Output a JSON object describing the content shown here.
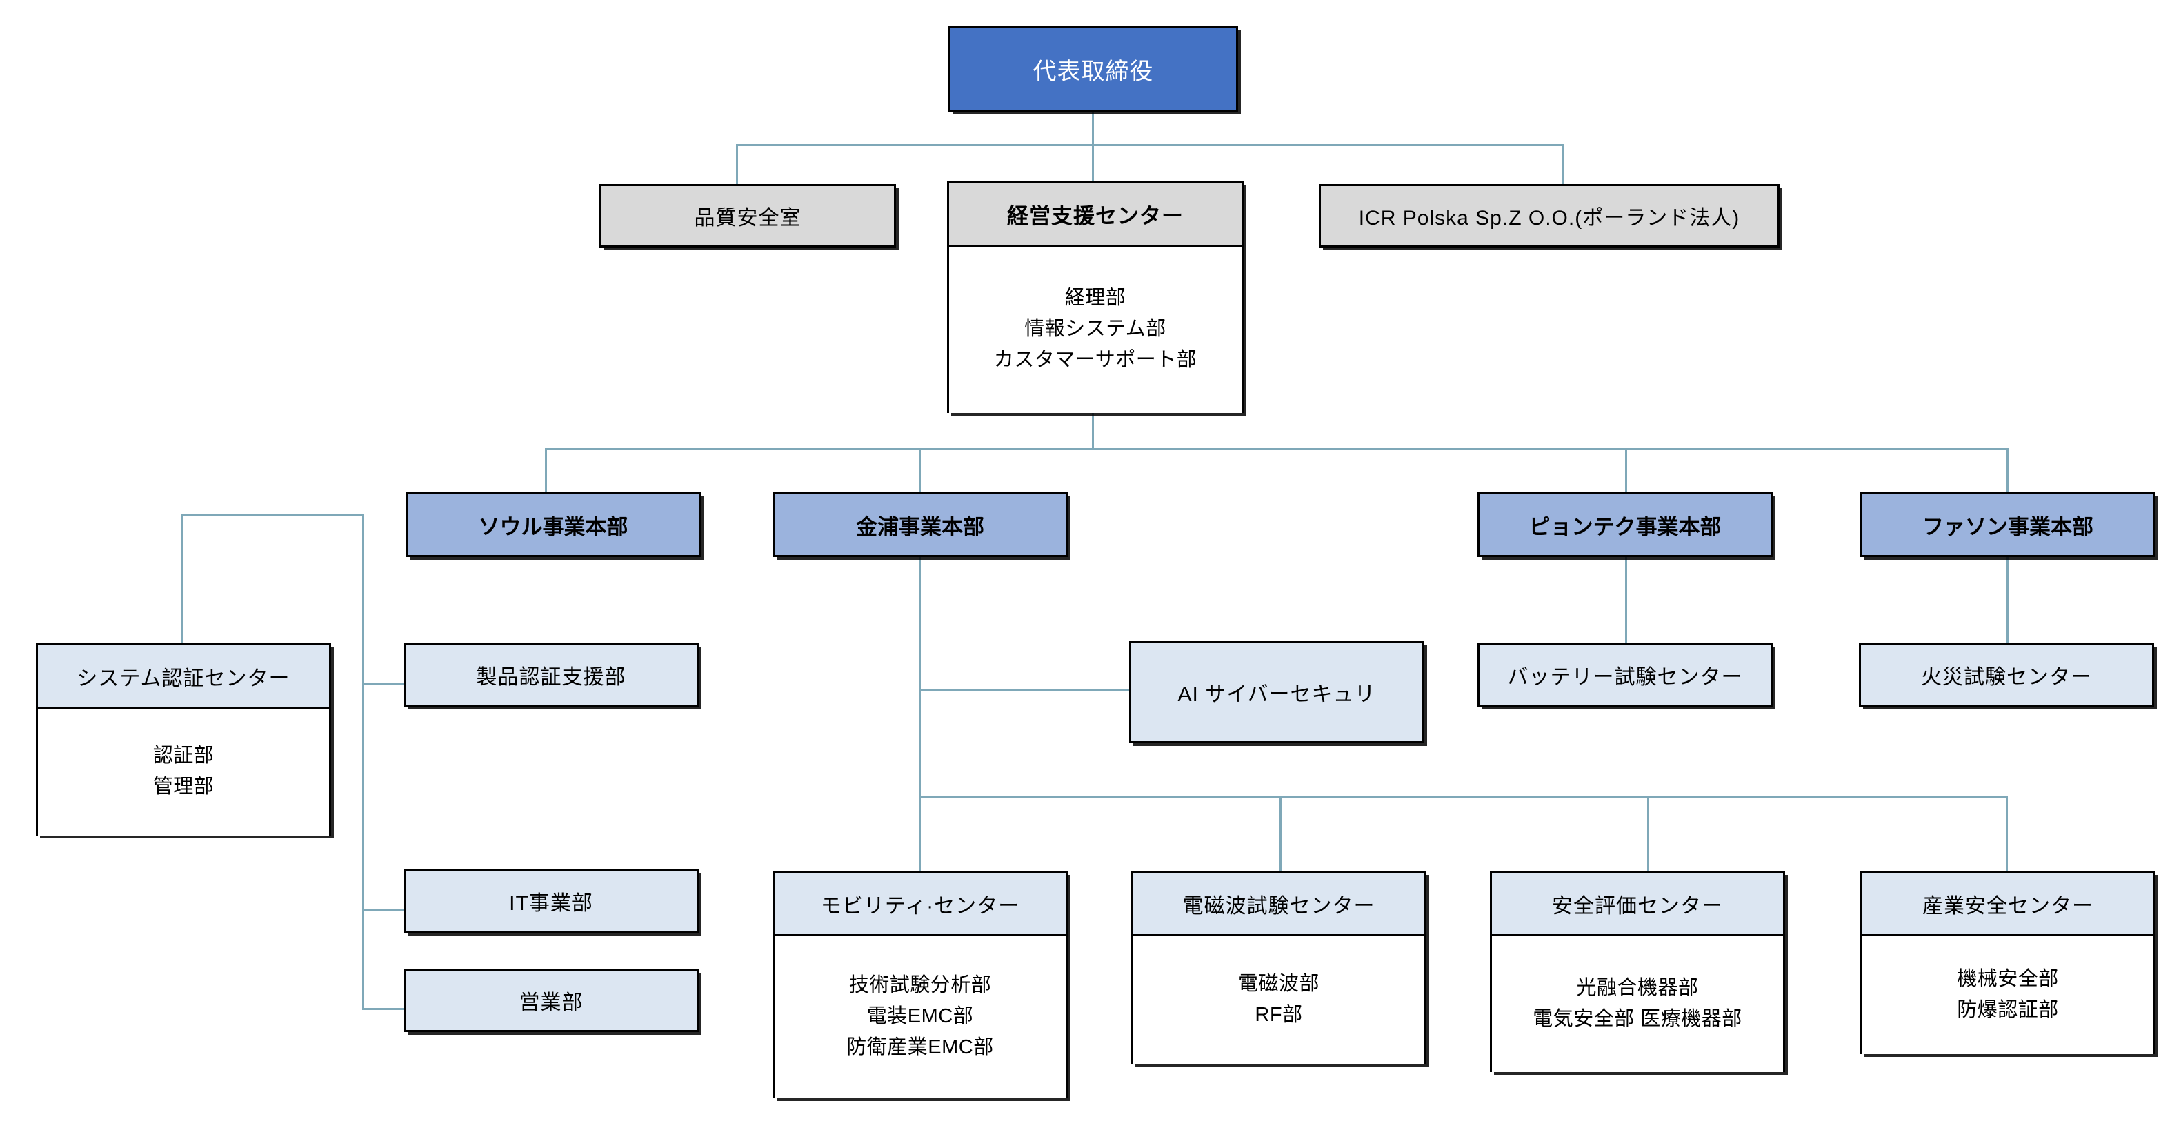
{
  "meta": {
    "title": "組織図",
    "colors": {
      "ceo_fill": "#4472C4",
      "staff_fill": "#D9D9D9",
      "division_fill": "#9BB3DD",
      "center_fill": "#DCE6F2",
      "body_fill": "#FFFFFF",
      "border": "#000000",
      "connector": "#7FA8B8"
    }
  },
  "nodes": {
    "ceo": {
      "title": "代表取締役"
    },
    "quality_safety": {
      "title": "品質安全室"
    },
    "management_support": {
      "title": "経営支援センター",
      "subs": [
        "経理部",
        "情報システム部",
        "カスタマーサポート部"
      ]
    },
    "icr_polska": {
      "title": "ICR Polska Sp.Z O.O.(ポーランド法人)"
    },
    "div_seoul": {
      "title": "ソウル事業本部"
    },
    "div_gimpo": {
      "title": "金浦事業本部"
    },
    "div_pyeongtaek": {
      "title": "ピョンテク事業本部"
    },
    "div_hwaseong": {
      "title": "ファソン事業本部"
    },
    "system_cert_center": {
      "title": "システム認証センター",
      "subs": [
        "認証部",
        "管理部"
      ]
    },
    "product_cert_support": {
      "title": "製品認証支援部"
    },
    "it_division": {
      "title": "IT事業部"
    },
    "sales_division": {
      "title": "営業部"
    },
    "ai_cyber_security": {
      "title": "AI サイバーセキュリ"
    },
    "battery_test_center": {
      "title": "バッテリー試験センター"
    },
    "fire_test_center": {
      "title": "火災試験センター"
    },
    "mobility_center": {
      "title": "モビリティ·センター",
      "subs": [
        "技術試験分析部",
        "電装EMC部",
        "防衛産業EMC部"
      ]
    },
    "emc_test_center": {
      "title": "電磁波試験センター",
      "subs": [
        "電磁波部",
        "RF部"
      ]
    },
    "safety_eval_center": {
      "title": "安全評価センター",
      "subs": [
        "光融合機器部",
        "電気安全部 医療機器部"
      ]
    },
    "industrial_safety_center": {
      "title": "産業安全センター",
      "subs": [
        "機械安全部",
        "防爆認証部"
      ]
    }
  }
}
